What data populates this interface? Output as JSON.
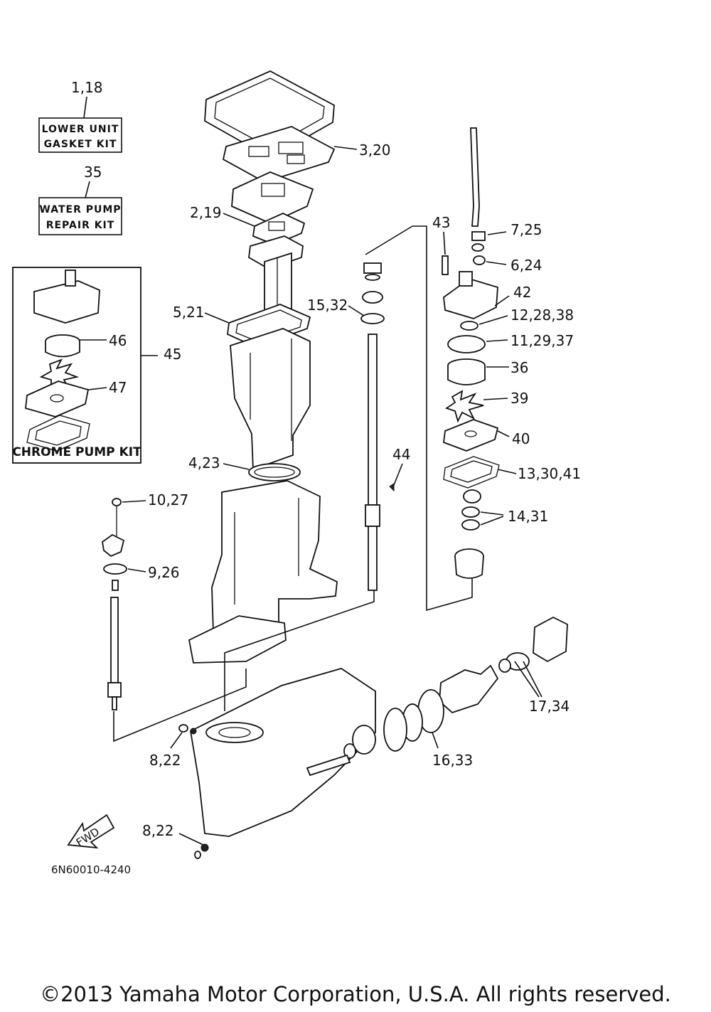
{
  "kits": {
    "gasket_ref": "1,18",
    "gasket_line1": "LOWER UNIT",
    "gasket_line2": "GASKET KIT",
    "pump_ref": "35",
    "pump_line1": "WATER PUMP",
    "pump_line2": "REPAIR KIT",
    "chrome_title": "CHROME PUMP KIT",
    "chrome_ref": "45"
  },
  "callouts": {
    "c_3_20": "3,20",
    "c_2_19": "2,19",
    "c_5_21": "5,21",
    "c_15_32": "15,32",
    "c_43": "43",
    "c_7_25": "7,25",
    "c_6_24": "6,24",
    "c_42": "42",
    "c_12_28_38": "12,28,38",
    "c_11_29_37": "11,29,37",
    "c_36": "36",
    "c_39": "39",
    "c_40": "40",
    "c_13_30_41": "13,30,41",
    "c_14_31": "14,31",
    "c_44": "44",
    "c_4_23": "4,23",
    "c_46": "46",
    "c_47": "47",
    "c_10_27": "10,27",
    "c_9_26": "9,26",
    "c_8_22a": "8,22",
    "c_16_33": "16,33",
    "c_17_34": "17,34",
    "c_8_22b": "8,22"
  },
  "fwd_label": "FWD",
  "diagram_code": "6N60010-4240",
  "copyright": "©2013 Yamaha Motor Corporation, U.S.A. All rights reserved."
}
